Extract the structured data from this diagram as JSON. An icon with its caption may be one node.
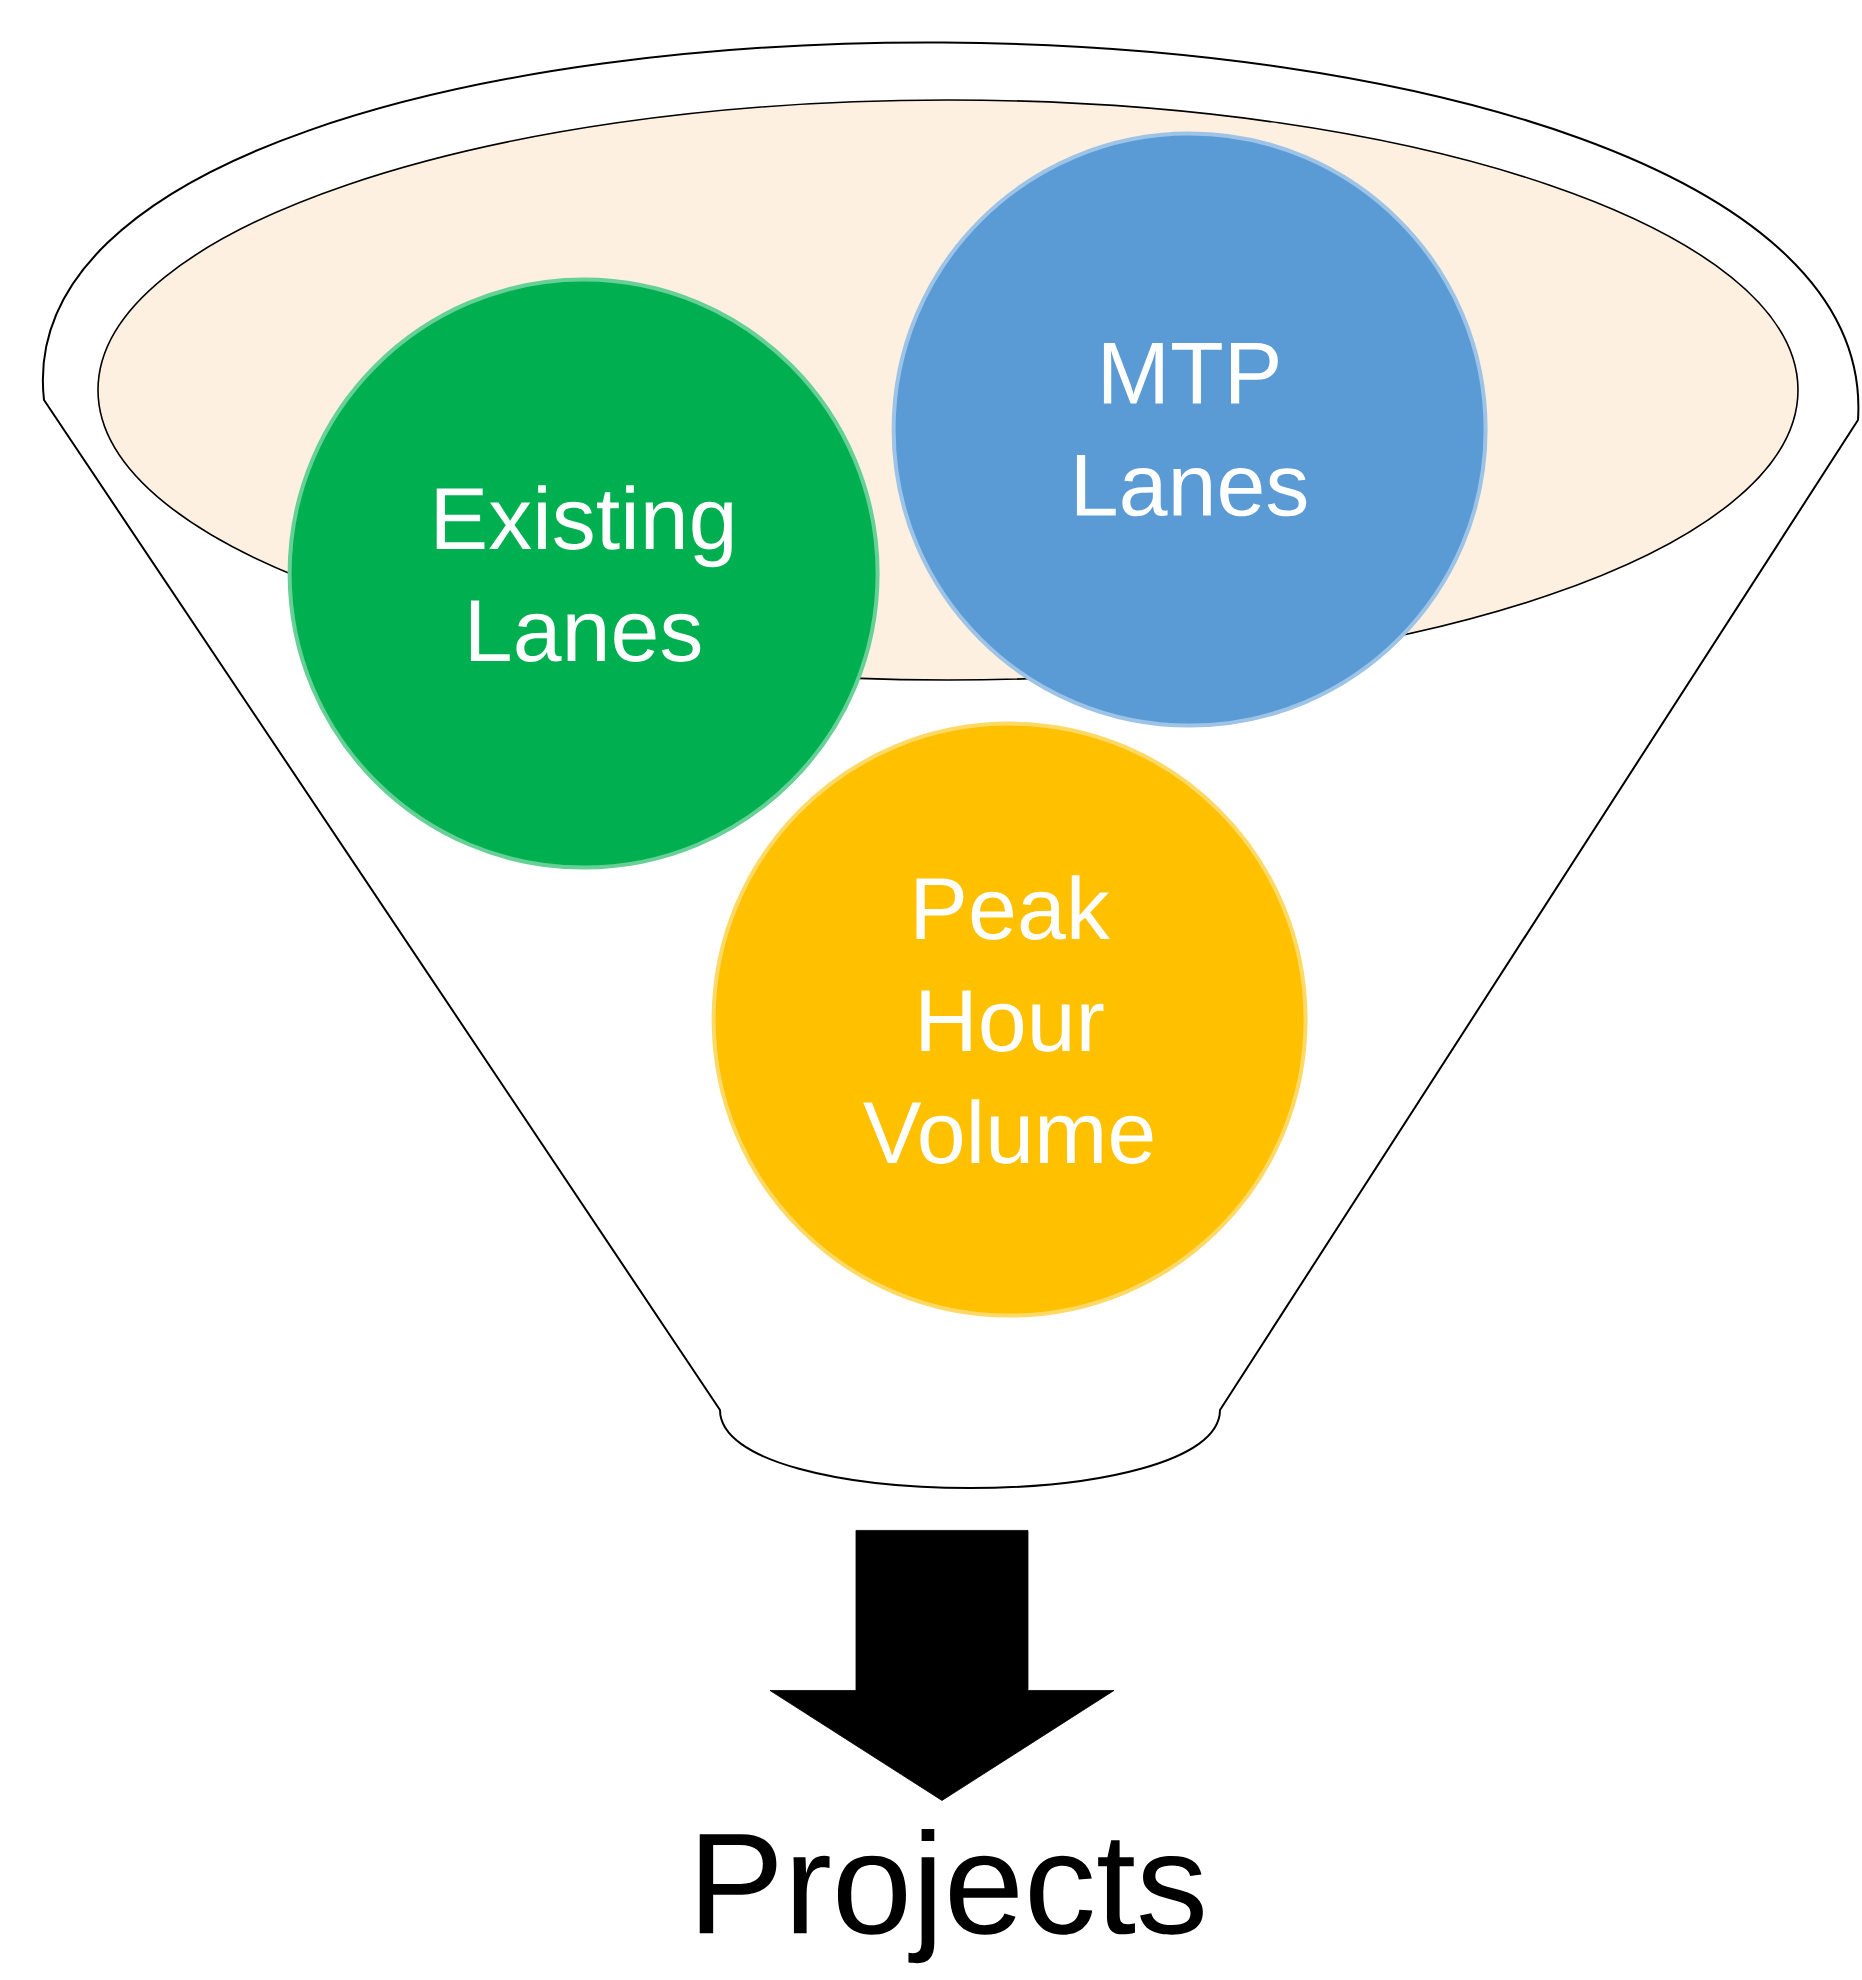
{
  "diagram": {
    "nodes": [
      {
        "text": [],
        "shape": "funnel"
      },
      {
        "text": [
          "Existing Lanes"
        ],
        "in": 0
      },
      {
        "text": [
          "MTP Lanes"
        ],
        "in": 0
      },
      {
        "text": [
          "Peak Hour Volume"
        ],
        "in": 0
      },
      {
        "text": [
          "Projects"
        ]
      }
    ],
    "edges": [
      {
        "from": 0,
        "to": 4,
        "arrow": "to",
        "style": "thick"
      }
    ]
  }
}
